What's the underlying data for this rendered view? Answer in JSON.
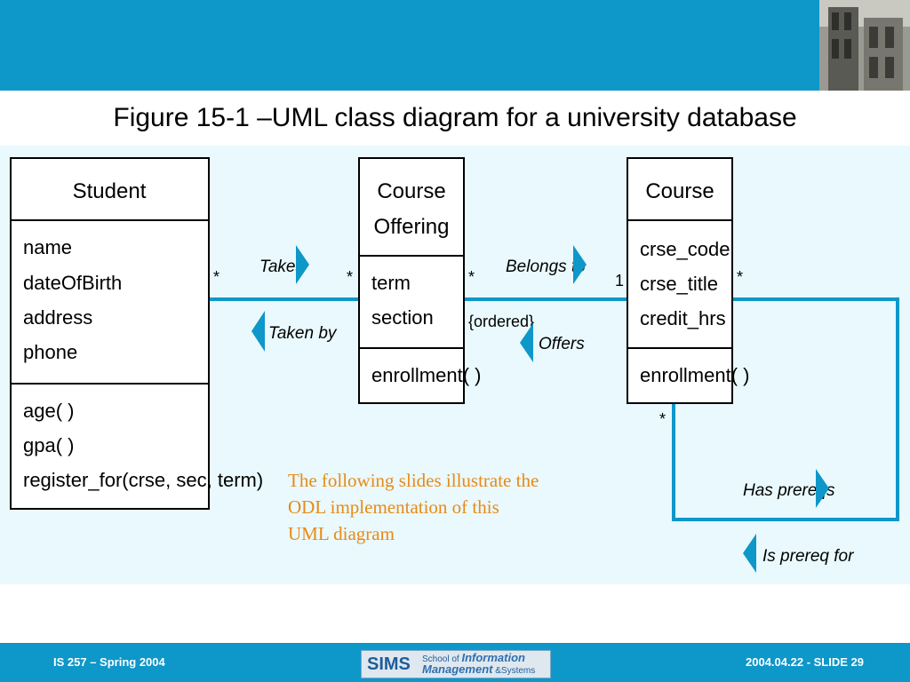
{
  "slide": {
    "title": "Figure 15-1 –UML class diagram for a university database",
    "colors": {
      "band": "#0e97c9",
      "canvas": "#e9f9fd",
      "line": "#0e97c9",
      "note": "#e98a16"
    }
  },
  "classes": {
    "student": {
      "name": "Student",
      "attributes": [
        "name",
        "dateOfBirth",
        "address",
        "phone"
      ],
      "operations": [
        "age( )",
        "gpa( )",
        "register_for(crse, sec, term)"
      ]
    },
    "course_offering": {
      "name_lines": [
        "Course",
        "Offering"
      ],
      "attributes": [
        "term",
        "section"
      ],
      "operations": [
        "enrollment( )"
      ]
    },
    "course": {
      "name": "Course",
      "attributes": [
        "crse_code",
        "crse_title",
        "credit_hrs"
      ],
      "operations": [
        "enrollment( )"
      ]
    }
  },
  "associations": {
    "takes": {
      "forward": "Takes",
      "reverse": "Taken by",
      "mult_student": "*",
      "mult_offering": "*"
    },
    "belongs_to": {
      "forward": "Belongs to",
      "reverse": "Offers",
      "constraint": "{ordered}",
      "mult_offering": "*",
      "mult_course": "1"
    },
    "prereq": {
      "forward": "Has prereqs",
      "reverse": "Is prereq for",
      "mult_right": "*",
      "mult_bottom": "*"
    }
  },
  "note": {
    "lines": [
      "The following slides illustrate the",
      "ODL implementation of this",
      "UML diagram"
    ]
  },
  "footer": {
    "left": "IS 257 – Spring 2004",
    "right": "2004.04.22 - SLIDE 29",
    "logo": {
      "sims": "SIMS",
      "school_of": "School of",
      "information": "Information",
      "management": "Management",
      "and_systems": "&Systems"
    }
  }
}
